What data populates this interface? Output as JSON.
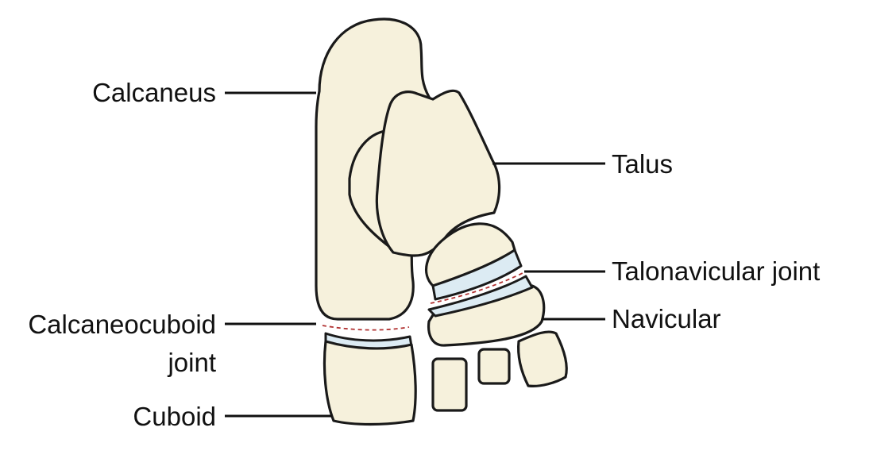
{
  "labels": {
    "calcaneus": "Calcaneus",
    "talus": "Talus",
    "talonavicular_joint": "Talonavicular joint",
    "navicular": "Navicular",
    "calcaneocuboid_line1": "Calcaneocuboid",
    "calcaneocuboid_line2": "joint",
    "cuboid": "Cuboid"
  },
  "colors": {
    "bone_fill": "#f6f1dc",
    "cartilage_fill": "#dcebf3",
    "joint_line": "#b03030",
    "outline": "#1a1a1a"
  }
}
